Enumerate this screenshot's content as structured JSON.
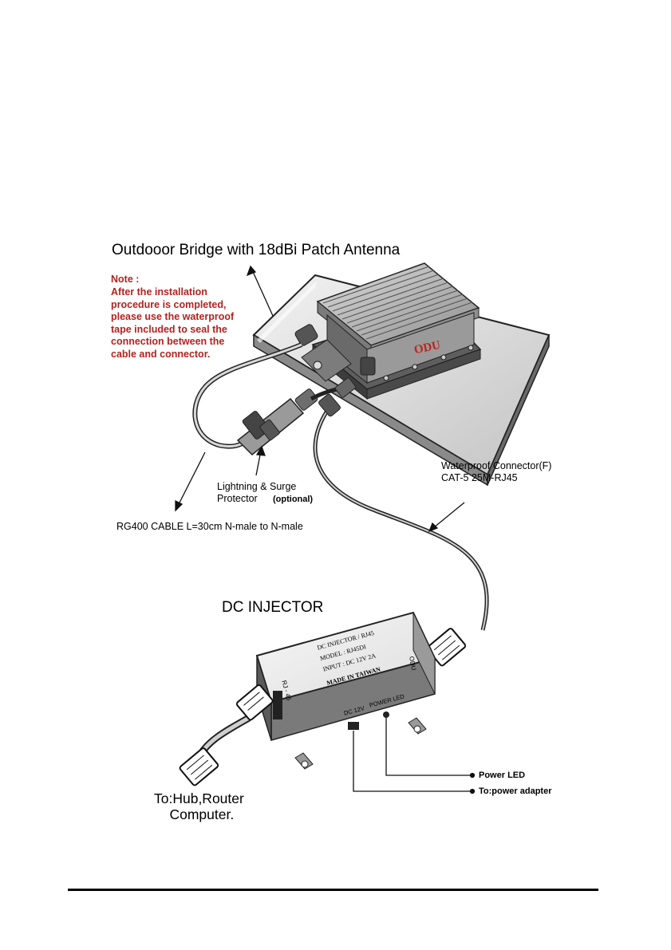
{
  "diagram": {
    "title": "Outdooor Bridge with 18dBi Patch Antenna",
    "note": {
      "heading": "Note :",
      "body": "After the installation\nprocedure is completed,\nplease use the waterproof\ntape included to seal the\nconnection between the\ncable and connector."
    },
    "odu_label": "ODU",
    "waterproof_connector": "Waterproof Connector(F)\nCAT-5 25M-RJ45",
    "lightning_protector": "Lightning & Surge\nProtector",
    "lightning_optional": "(optional)",
    "rg400_cable": "RG400 CABLE L=30cm N-male to N-male",
    "dc_injector_title": "DC INJECTOR",
    "injector_label": {
      "line1": "DC INJECTOR / RJ45",
      "line2": "MODEL : RJ45DI",
      "line3": "INPUT : DC 12V  2A",
      "line4": "MADE IN TAIWAN"
    },
    "port_rj45": "RJ - 45",
    "port_odu": "ODU",
    "port_dc12v": "DC 12V",
    "port_power_led": "POWER LED",
    "power_led": "Power LED",
    "to_power_adapter": "To:power adapter",
    "to_hub": "To:Hub,Router\n    Computer."
  }
}
